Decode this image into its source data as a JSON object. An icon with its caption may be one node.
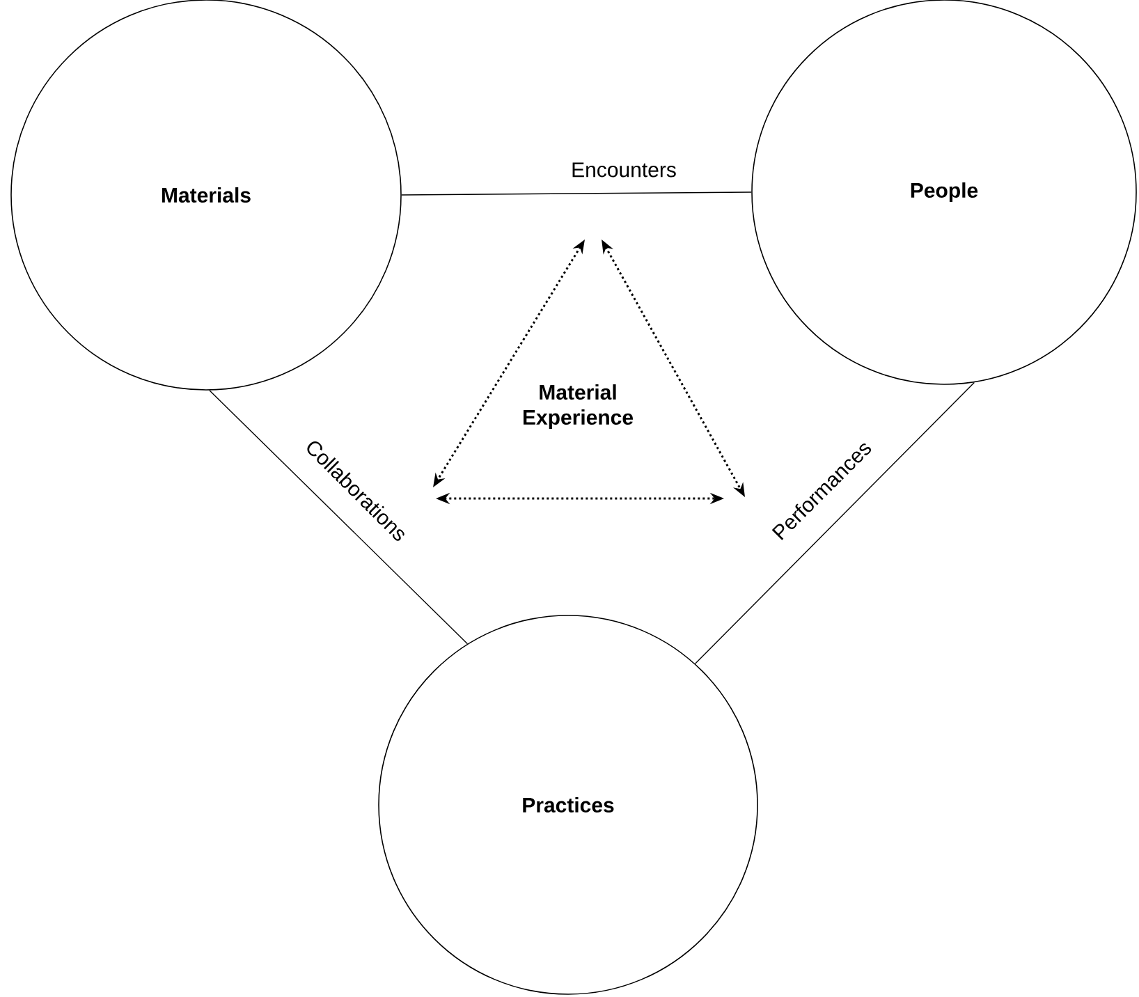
{
  "diagram": {
    "nodes": [
      {
        "text": [
          "Materials"
        ]
      },
      {
        "text": [
          "People"
        ]
      },
      {
        "text": [
          "Practices"
        ]
      }
    ],
    "edges": [
      {
        "from": 0,
        "to": 1,
        "arrow": "none",
        "label": "Encounters"
      },
      {
        "from": 0,
        "to": 2,
        "arrow": "none",
        "label": "Collaborations"
      },
      {
        "from": 1,
        "to": 2,
        "arrow": "none",
        "label": "Performances"
      }
    ],
    "labels": [
      "Material Experience"
    ]
  }
}
